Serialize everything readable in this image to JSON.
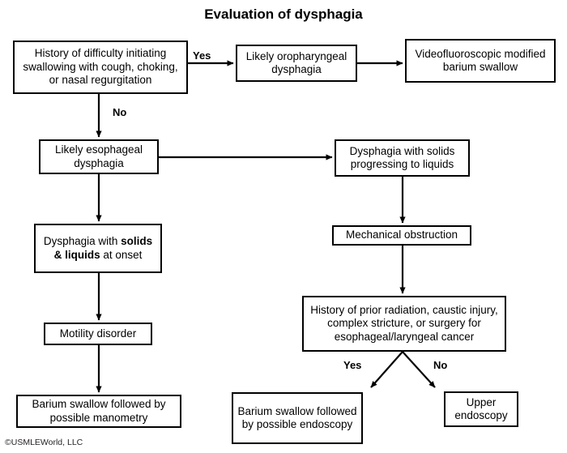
{
  "title": "Evaluation of dysphagia",
  "credit": "©USMLEWorld, LLC",
  "nodes": {
    "history_initiating": "History of difficulty initiating swallowing with cough, choking, or nasal regurgitation",
    "oropharyngeal": "Likely oropharyngeal dysphagia",
    "videofluoroscopic": "Videofluoroscopic modified barium swallow",
    "esophageal": "Likely esophageal dysphagia",
    "solids_progressing": "Dysphagia with solids progressing to liquids",
    "solids_liquids_pre": "Dysphagia with ",
    "solids_liquids_bold": "solids & liquids",
    "solids_liquids_post": " at onset",
    "mechanical_obstruction": "Mechanical obstruction",
    "history_radiation": "History of prior radiation, caustic injury, complex stricture, or surgery for esophageal/laryngeal cancer",
    "motility_disorder": "Motility disorder",
    "barium_manometry": "Barium swallow followed by possible manometry",
    "barium_endoscopy": "Barium swallow followed by possible endoscopy",
    "upper_endoscopy": "Upper endoscopy"
  },
  "edge_labels": {
    "yes_top": "Yes",
    "no_top": "No",
    "yes_bottom": "Yes",
    "no_bottom": "No"
  },
  "colors": {
    "stroke": "#000000",
    "fill": "#ffffff",
    "text": "#000000"
  }
}
